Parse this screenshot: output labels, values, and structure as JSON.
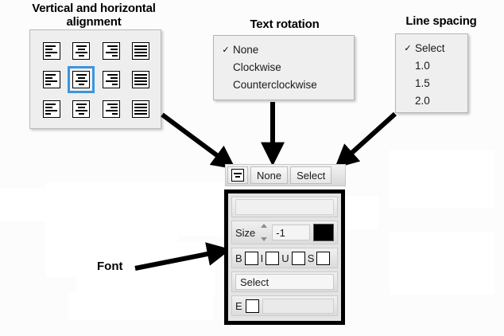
{
  "callouts": {
    "alignment_title_line1": "Vertical and horizontal",
    "alignment_title_line2": "alignment",
    "rotation_title": "Text rotation",
    "spacing_title": "Line spacing",
    "font_label": "Font"
  },
  "alignment_grid": {
    "selected_index": 5,
    "cells": [
      {
        "name": "top-left",
        "valign": "top",
        "halign": "left"
      },
      {
        "name": "top-center",
        "valign": "top",
        "halign": "center"
      },
      {
        "name": "top-right",
        "valign": "top",
        "halign": "right"
      },
      {
        "name": "top-justify",
        "valign": "top",
        "halign": "justify"
      },
      {
        "name": "middle-left",
        "valign": "middle",
        "halign": "left"
      },
      {
        "name": "middle-center",
        "valign": "middle",
        "halign": "center"
      },
      {
        "name": "middle-right",
        "valign": "middle",
        "halign": "right"
      },
      {
        "name": "middle-justify",
        "valign": "middle",
        "halign": "justify"
      },
      {
        "name": "bottom-left",
        "valign": "bottom",
        "halign": "left"
      },
      {
        "name": "bottom-center",
        "valign": "bottom",
        "halign": "center"
      },
      {
        "name": "bottom-right",
        "valign": "bottom",
        "halign": "right"
      },
      {
        "name": "bottom-justify",
        "valign": "bottom",
        "halign": "justify"
      }
    ]
  },
  "rotation_menu": {
    "items": [
      {
        "label": "None",
        "checked": true
      },
      {
        "label": "Clockwise",
        "checked": false
      },
      {
        "label": "Counterclockwise",
        "checked": false
      }
    ],
    "check_glyph": "✓"
  },
  "spacing_menu": {
    "items": [
      {
        "label": "Select",
        "checked": true
      },
      {
        "label": "1.0",
        "checked": false
      },
      {
        "label": "1.5",
        "checked": false
      },
      {
        "label": "2.0",
        "checked": false
      }
    ],
    "check_glyph": "✓"
  },
  "toolbar": {
    "align_icon": "align-center-icon",
    "rotation_button_label": "None",
    "spacing_button_label": "Select"
  },
  "font_panel": {
    "name_field_value": "",
    "size_label": "Size",
    "size_value": "-1",
    "color_swatch": "#000000",
    "styles": [
      {
        "label": "B",
        "name": "bold",
        "checked": false
      },
      {
        "label": "I",
        "name": "italic",
        "checked": false
      },
      {
        "label": "U",
        "name": "underline",
        "checked": false
      },
      {
        "label": "S",
        "name": "strikethrough",
        "checked": false
      }
    ],
    "select_label": "Select",
    "effect_label": "E",
    "effect_checked": false,
    "effect_value": ""
  },
  "colors": {
    "canvas": "#fcfcfc",
    "panel_bg": "#eeeeee",
    "selection_ring": "#3c94e0",
    "panel_border_black": "#000000",
    "arrow": "#000000"
  }
}
